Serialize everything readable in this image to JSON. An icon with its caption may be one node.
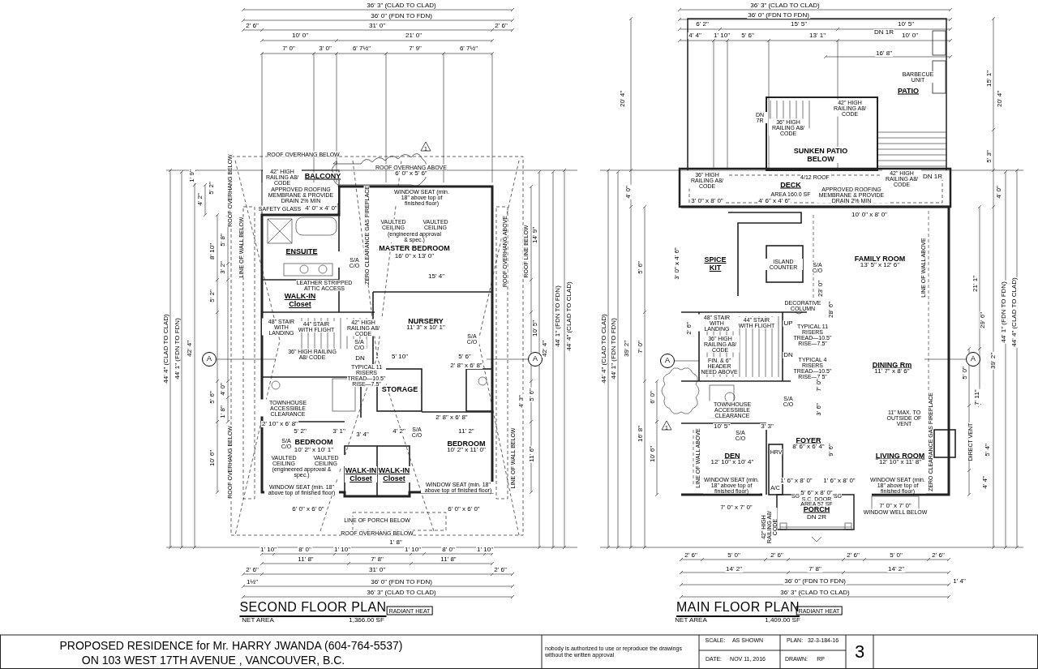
{
  "diagram": {
    "labels": [
      "36' 3\" (CLAD TO CLAD)",
      "36' 0\" (FDN TO FDN)",
      "2' 6\"",
      "31' 0\"",
      "2' 6\"",
      "10' 0\"",
      "21' 0\"",
      "7' 0\"",
      "3' 0\"",
      "6' 7½\"",
      "7' 9\"",
      "6' 7½\"",
      "1",
      "ROOF OVERHANG BELOW",
      "ROOF OVERHANG ABOVE",
      "6' 0\" x 5' 6\"",
      "42\" HIGH RAILING A8/ CODE",
      "BALCONY",
      "APPROVED ROOFING MEMBRANE & PROVIDE DRAIN 2% MIN",
      "SAFETY GLASS",
      "4' 0\" x 4' 0\"",
      "WINDOW SEAT (min. 18\" above top of finished floor)",
      "ZERO CLEARANCE GAS FIREPLACE",
      "VAULTED CEILING",
      "VAULTED CEILING",
      "(engineered approval & spec.)",
      "MASTER BEDROOM",
      "16' 0\" x 13' 0\"",
      "ENSUITE",
      "S/A C/O",
      "15' 4\"",
      "LEATHER STRIPPED ATTIC ACCESS",
      "WALK-IN Closet",
      "NURSERY",
      "11' 3\" x 10' 1\"",
      "48\" STAIR WITH LANDING",
      "44\" STAIR WITH FLIGHT",
      "42\" HIGH RAILING A8/ CODE",
      "S/A C/O",
      "S/A C/O",
      "36\" HIGH RAILING A8/ CODE",
      "DN",
      "TYPICAL 11 RISERS TREAD—10.5\" RISE—7.5\"",
      "5' 10\"",
      "5' 6\"",
      "2' 8\" x 6' 8\"",
      "A",
      "A",
      "STORAGE",
      "TOWNHOUSE ACCESSIBLE CLEARANCE",
      "2' 10\" x 6' 8\"",
      "2' 8\" x 6' 8\"",
      "5' 2\"",
      "3' 1\"",
      "3' 4\"",
      "4' 2\"",
      "11' 2\"",
      "S/A C/O",
      "S/A C/O",
      "BEDROOM",
      "10' 2\" x 10' 1\"",
      "BEDROOM",
      "10' 2\" x 11' 0\"",
      "VAULTED CEILING",
      "VAULTED CEILING",
      "(engineered approval & spec.)",
      "WALK-IN Closet",
      "WALK-IN Closet",
      "WINDOW SEAT (min. 18\" above top of finished floor)",
      "WINDOW SEAT (min. 18\" above top of finished floor)",
      "6' 0\" x 6' 0\"",
      "6' 0\" x 6' 0\"",
      "LINE OF PORCH BELOW",
      "ROOF OVERHANG BELOW",
      "1' 8\"",
      "1' 10\"",
      "8' 0\"",
      "1' 10\"",
      "1' 10\"",
      "8' 0\"",
      "1' 10\"",
      "11' 8\"",
      "7' 8\"",
      "11' 8\"",
      "2' 6\"",
      "31' 0\"",
      "2' 6\"",
      "1½\"",
      "36' 0\" (FDN TO FDN)",
      "36' 3\" (CLAD TO CLAD)",
      "SECOND FLOOR PLAN",
      "RADIANT HEAT",
      "NET AREA",
      "1,366.00 SF",
      "44' 4\" (CLAD TO CLAD)",
      "44' 1\" (FDN TO FDN)",
      "42' 4\"",
      "1' 9\"",
      "4' 2\"",
      "5' 2\"",
      "8' 10\"",
      "5' 8\"",
      "3' 2\"",
      "5' 2\"",
      "5' 6\"",
      "4' 0\"",
      "1' 8\"",
      "10' 6\"",
      "ROOF OVERHANG BELOW",
      "LINE OF WALL BELOW",
      "ROOF OVERHANG BELOW",
      "ROOF OVERHANG ABOVE",
      "ROOF LINE BELOW",
      "LINE OF WALL BELOW",
      "14' 9\"",
      "10' 5\"",
      "5' 6\"",
      "4' 3\"",
      "11' 6\"",
      "42' 4\"",
      "44' 1\" (FDN TO FDN)",
      "44' 4\" (CLAD TO CLAD)",
      "36' 3\" (CLAD TO CLAD)",
      "36' 0\" (FDN TO FDN)",
      "6' 2\"",
      "15' 5\"",
      "10' 5\"",
      "4' 4\"",
      "1' 10\"",
      "5' 6\"",
      "13' 1\"",
      "DN 1R",
      "10' 0\"",
      "16' 8\"",
      "BARBECUE UNIT",
      "PATIO",
      "15' 1\"",
      "20' 4\"",
      "20' 4\"",
      "DN 7R",
      "42\" HIGH RAILING A8/ CODE",
      "36\" HIGH RAILING A8/ CODE",
      "SUNKEN PATIO BELOW",
      "5' 3\"",
      "36\" HIGH RAILING A8/ CODE",
      "4/12 ROOF",
      "42\" HIGH RAILING A8/ CODE",
      "DN 1R",
      "4' 0\"",
      "4' 0\"",
      "DECK",
      "AREA 160.0 SF",
      "APPROVED ROOFING MEMBRANE & PROVIDE DRAIN 2% MIN",
      "3' 0\" x 8' 0\"",
      "4' 6\" x 4' 6\"",
      "10' 0\" x 8' 0\"",
      "3' 0\" x 4' 6\"",
      "SPICE KIT",
      "ISLAND COUNTER",
      "S/A C/O",
      "FAMILY ROOM",
      "13' 5\" x 12' 6\"",
      "5' 6\"",
      "23' 0\"",
      "LINE OF WALL ABOVE",
      "21' 1\"",
      "DECORATIVE COLUMN",
      "28' 6\"",
      "2' 6\"",
      "48\" STAIR WITH LANDING",
      "44\" STAIR WITH FLIGHT",
      "UP",
      "TYPICAL 11 RISERS TREAD—10.5\" RISE—7.5\"",
      "36\" HIGH RAILING A8/ CODE",
      "FIN. & 6\" HEADER NEED ABOVE",
      "DN",
      "TYPICAL 4 RISERS TREAD—10.5\" RISE—7.5\"",
      "DINING Rm",
      "11' 7\" x 8' 6\"",
      "A",
      "A",
      "TOWNHOUSE ACCESSIBLE CLEARANCE",
      "S/A C/O",
      "7' 0\"",
      "3' 6\"",
      "11\" MAX. TO OUTSIDE OF VENT",
      "1",
      "10' 5\"",
      "S/A C/O",
      "3' 3\"",
      "FOYER",
      "8' 6\" x 6' 4\"",
      "ZERO CLEARANCE GAS FIREPLACE",
      "DIRECT VENT",
      "HRV",
      "LINE OF WALL ABOVE",
      "DEN",
      "12' 10\" x 10' 4\"",
      "9' 6\"",
      "LIVING ROOM",
      "12' 10\" x 11' 8\"",
      "WINDOW SEAT (min. 18\" above top of finished floor)",
      "WINDOW SEAT (min. 18\" above top of finished floor)",
      "1' 6\" x 8' 0\"",
      "1' 6\" x 8' 0\"",
      "A/C",
      "SG",
      "5' 6\" x 8' 0\"",
      "SG",
      "S.C. DOOR",
      "AREA 57 SF",
      "PORCH",
      "DN 2R",
      "7' 0\" x 7' 0\"",
      "7' 0\" x 7' 0\"",
      "WINDOW WELL BELOW",
      "42\" HIGH RAILING A8/ CODE",
      "2' 6\"",
      "5' 0\"",
      "2' 6\"",
      "2' 6\"",
      "5' 0\"",
      "2' 6\"",
      "14' 2\"",
      "7' 8\"",
      "14' 2\"",
      "36' 0\" (FDN TO FDN)",
      "1' 4\"",
      "36' 3\" (CLAD TO CLAD)",
      "MAIN FLOOR PLAN",
      "RADIANT HEAT",
      "NET AREA",
      "1,409.00 SF",
      "44' 4\" (CLAD TO CLAD)",
      "44' 1\" (FDN TO FDN)",
      "39' 2\"",
      "7' 0\"",
      "6' 0\"",
      "16' 8\"",
      "10' 6\"",
      "29' 6\"",
      "39' 2\"",
      "44' 1\" (FDN TO FDN)",
      "44' 4\" (CLAD TO CLAD)",
      "5' 0\"",
      "7' 11\"",
      "5' 4\"",
      "4' 4\"",
      "PROPOSED RESIDENCE for Mr. HARRY JWANDA (604-764-5537)",
      "ON 103 WEST 17TH AVENUE , VANCOUVER, B.C.",
      "nobody is authorized to use or reproduce the drawings without the written approval",
      "SCALE:",
      "AS SHOWN",
      "DATE:",
      "NOV 11, 2016",
      "PLAN:",
      "32-3-184-16",
      "DRAWN:",
      "RP",
      "3"
    ]
  }
}
